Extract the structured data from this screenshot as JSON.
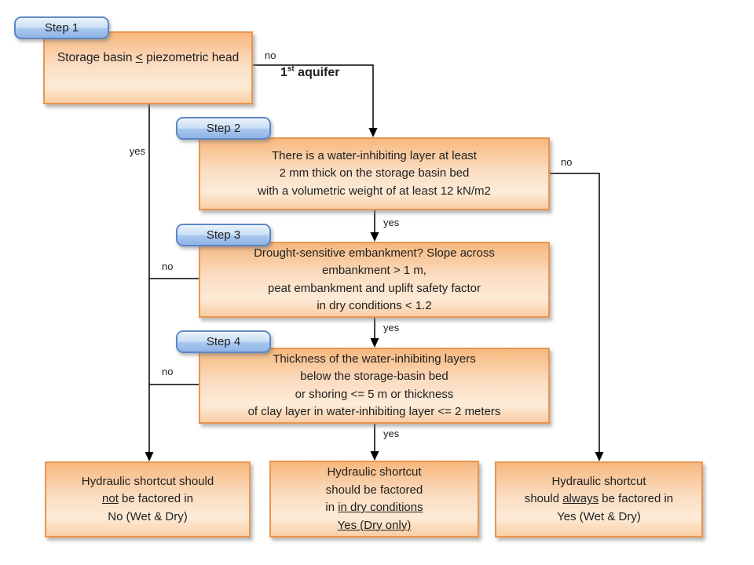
{
  "colors": {
    "box-border": "#EA954E",
    "box-top": "#F7B87E",
    "box-mid": "#FBDDC2",
    "box-light": "#FDEBD7",
    "box-bottom": "#F9CEA5",
    "badge-border": "#5B87C5",
    "badge-top": "#E9F2FB",
    "badge-bottom": "#8FB4E6",
    "line": "#000000",
    "text": "#1F1F1F"
  },
  "badges": {
    "step1": "Step 1",
    "step2": "Step 2",
    "step3": "Step 3",
    "step4": "Step 4"
  },
  "boxes": {
    "step1": {
      "lines": [
        [
          {
            "t": "Storage basin "
          },
          {
            "t": "<",
            "u": true
          },
          {
            "t": " piezometric head"
          }
        ]
      ]
    },
    "step2": {
      "lines": [
        [
          {
            "t": "There is a water-inhibiting layer at least"
          }
        ],
        [
          {
            "t": "2 mm thick on the storage basin bed"
          }
        ],
        [
          {
            "t": "with a volumetric weight of at least 12 kN/m2"
          }
        ]
      ]
    },
    "step3": {
      "lines": [
        [
          {
            "t": "Drought-sensitive embankment? Slope across"
          }
        ],
        [
          {
            "t": "embankment > 1 m,"
          }
        ],
        [
          {
            "t": "peat embankment and uplift safety factor"
          }
        ],
        [
          {
            "t": "in dry conditions < 1.2"
          }
        ]
      ]
    },
    "step4": {
      "lines": [
        [
          {
            "t": "Thickness of the water-inhibiting layers"
          }
        ],
        [
          {
            "t": "below the storage-basin bed"
          }
        ],
        [
          {
            "t": "or shoring <= 5 m or thickness"
          }
        ],
        [
          {
            "t": "of clay layer in water-inhibiting layer <= 2 meters"
          }
        ]
      ]
    },
    "result_no": {
      "lines": [
        [
          {
            "t": "Hydraulic shortcut should"
          }
        ],
        [
          {
            "t": "not",
            "u": true
          },
          {
            "t": " be factored in"
          }
        ],
        [
          {
            "t": "No (Wet & Dry)"
          }
        ]
      ]
    },
    "result_dry": {
      "lines": [
        [
          {
            "t": "Hydraulic shortcut"
          }
        ],
        [
          {
            "t": "should be factored"
          }
        ],
        [
          {
            "t": "in "
          },
          {
            "t": "in dry conditions",
            "u": true
          }
        ],
        [
          {
            "t": "Yes (Dry only)",
            "u": true
          }
        ]
      ]
    },
    "result_always": {
      "lines": [
        [
          {
            "t": "Hydraulic shortcut"
          }
        ],
        [
          {
            "t": "should "
          },
          {
            "t": "always",
            "u": true
          },
          {
            "t": " be factored in"
          }
        ],
        [
          {
            "t": "Yes (Wet & Dry)"
          }
        ]
      ]
    }
  },
  "labels": {
    "step1_no": "no",
    "aquifer": [
      [
        {
          "t": "1",
          "b": true
        },
        {
          "t": "st",
          "b": true,
          "sup": true
        },
        {
          "t": " aquifer",
          "b": true
        }
      ]
    ],
    "step1_yes": "yes",
    "step2_no": "no",
    "step2_yes": "yes",
    "step3_no": "no",
    "step3_yes": "yes",
    "step4_no": "no",
    "step4_yes": "yes"
  }
}
